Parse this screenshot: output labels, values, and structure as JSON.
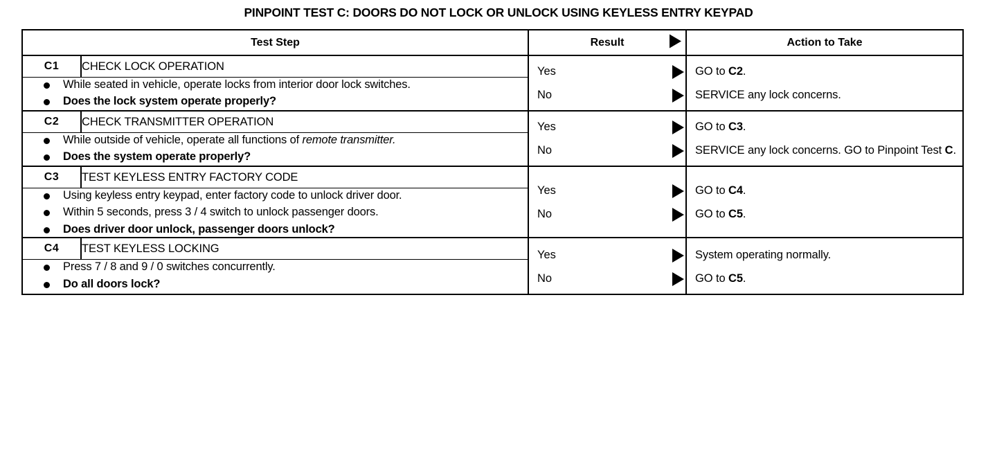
{
  "title": "PINPOINT TEST C: DOORS DO NOT LOCK OR UNLOCK USING KEYLESS ENTRY KEYPAD",
  "table": {
    "headers": {
      "step": "Test Step",
      "result": "Result",
      "action": "Action to Take"
    },
    "marker_icon": "right-triangle-icon",
    "rows": [
      {
        "code": "C1",
        "name": "CHECK LOCK OPERATION",
        "bullets": [
          {
            "text": "While seated in vehicle, operate locks from interior door lock switches.",
            "bold": false
          },
          {
            "text": "Does the lock system operate properly?",
            "bold": true
          }
        ],
        "results": [
          {
            "label": "Yes",
            "action_prefix": "GO to ",
            "action_code": "C2",
            "action_suffix": "."
          },
          {
            "label": "No",
            "action_prefix": "SERVICE any lock concerns.",
            "action_code": "",
            "action_suffix": ""
          }
        ]
      },
      {
        "code": "C2",
        "name": "CHECK TRANSMITTER OPERATION",
        "bullets": [
          {
            "text": "While outside of vehicle, operate all functions of ",
            "italic_tail": "remote transmitter.",
            "bold": false
          },
          {
            "text": "Does the system operate properly?",
            "bold": true
          }
        ],
        "results": [
          {
            "label": "Yes",
            "action_prefix": "GO to ",
            "action_code": "C3",
            "action_suffix": "."
          },
          {
            "label": "No",
            "action_prefix": "SERVICE any lock concerns. GO to Pinpoint Test ",
            "action_code": "C",
            "action_suffix": "."
          }
        ]
      },
      {
        "code": "C3",
        "name": "TEST KEYLESS ENTRY FACTORY CODE",
        "bullets": [
          {
            "text": "Using keyless entry keypad, enter factory code to unlock driver door.",
            "bold": false
          },
          {
            "text": "Within 5 seconds, press 3 / 4 switch to unlock passenger doors.",
            "bold": false
          },
          {
            "text": "Does driver door unlock, passenger doors unlock?",
            "bold": true
          }
        ],
        "results": [
          {
            "label": "Yes",
            "action_prefix": "GO to ",
            "action_code": "C4",
            "action_suffix": "."
          },
          {
            "label": "No",
            "action_prefix": "GO to ",
            "action_code": "C5",
            "action_suffix": "."
          }
        ]
      },
      {
        "code": "C4",
        "name": "TEST KEYLESS LOCKING",
        "bullets": [
          {
            "text": "Press 7 / 8 and 9 / 0 switches concurrently.",
            "bold": false
          },
          {
            "text": "Do all doors lock?",
            "bold": true
          }
        ],
        "results": [
          {
            "label": "Yes",
            "action_prefix": "System operating normally.",
            "action_code": "",
            "action_suffix": ""
          },
          {
            "label": "No",
            "action_prefix": "GO to ",
            "action_code": "C5",
            "action_suffix": "."
          }
        ]
      }
    ]
  }
}
